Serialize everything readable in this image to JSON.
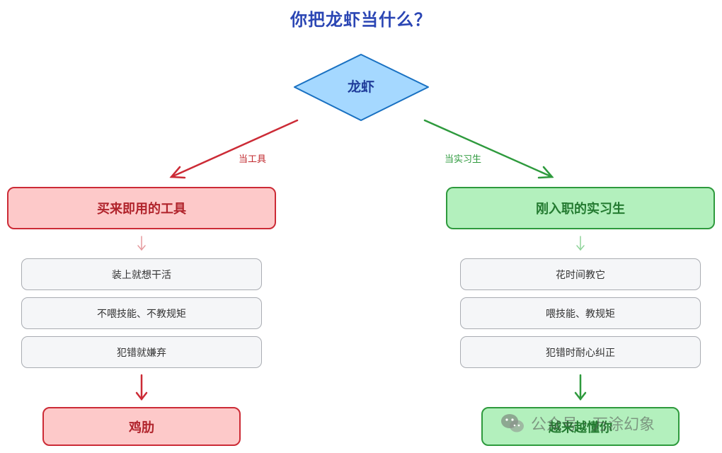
{
  "title": "你把龙虾当什么？",
  "root": {
    "label": "龙虾"
  },
  "edges": {
    "left": "当工具",
    "right": "当实习生"
  },
  "left": {
    "main": "买来即用的工具",
    "items": [
      "装上就想干活",
      "不喂技能、不教规矩",
      "犯错就嫌弃"
    ],
    "result": "鸡肋"
  },
  "right": {
    "main": "刚入职的实习生",
    "items": [
      "花时间教它",
      "喂技能、教规矩",
      "犯错时耐心纠正"
    ],
    "result": "越来越懂你"
  },
  "watermark": {
    "text": "公众号 · 万涂幻象",
    "icon": "wechat-icon"
  },
  "colors": {
    "title": "#2b46b4",
    "diamond_fill": "#a5d8ff",
    "diamond_stroke": "#1971c2",
    "red": "#cc2b36",
    "red_fill": "#fdc9c9",
    "green": "#2e9a3d",
    "green_fill": "#b3f0bd"
  }
}
